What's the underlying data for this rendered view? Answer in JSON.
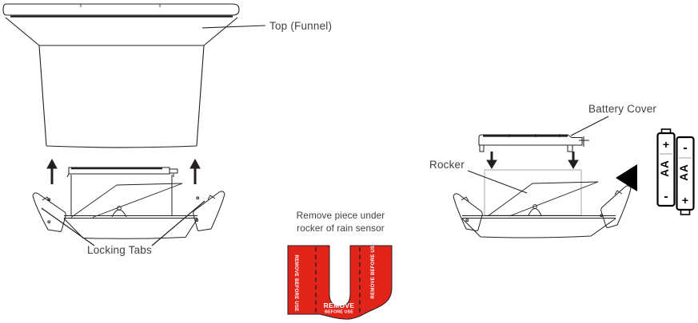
{
  "labels": {
    "top_funnel": "Top (Funnel)",
    "locking_tabs": "Locking Tabs",
    "battery_cover": "Battery Cover",
    "rocker": "Rocker"
  },
  "middle_note": {
    "line1": "Remove piece under",
    "line2": "rocker of rain sensor"
  },
  "red_piece": {
    "left_vertical_text": "REMOVE BEFORE USE",
    "right_vertical_text": "REMOVE BEFORE USE",
    "bottom_text_bold": "REMOVE",
    "bottom_text_small": "BEFORE USE"
  },
  "batteries": {
    "left": {
      "top": "+",
      "label": "AA",
      "bottom": "-"
    },
    "right": {
      "top": "-",
      "label": "AA",
      "bottom": "+"
    }
  },
  "colors": {
    "line": "#231F20",
    "label_text": "#414042",
    "red": "#E2231A",
    "light_line": "#A5A7AA"
  }
}
